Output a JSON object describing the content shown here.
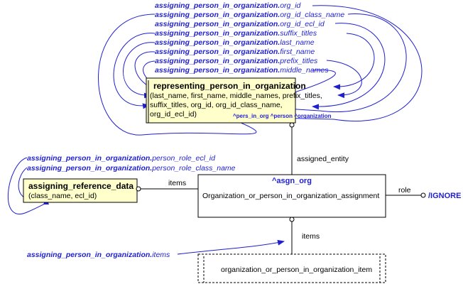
{
  "prefix": "assigning_person_in_organization.",
  "top_annotations": [
    "org_id",
    "org_id_class_name",
    "org_id_ecl_id",
    "suffix_titles",
    "last_name",
    "first_name",
    "prefix_titles",
    "middle_names"
  ],
  "left_annotations": [
    "person_role_ecl_id",
    "person_role_class_name"
  ],
  "items_annotation": "items",
  "rep_box": {
    "title": "representing_person_in_organization",
    "lines": [
      "(last_name, first_name, middle_names, prefix_titles,",
      "suffix_titles, org_id, org_id_class_name,",
      "org_id_ecl_id)"
    ],
    "tag": "^pers_in_org ^person ^organization"
  },
  "ref_box": {
    "title": "assigning_reference_data",
    "line": "(class_name, ecl_id)"
  },
  "assignment_box": {
    "tag": "^asgn_org",
    "name": "Organization_or_person_in_organization_assignment"
  },
  "item_box": {
    "name": "organization_or_person_in_organization_item"
  },
  "labels": {
    "assigned_entity": "assigned_entity",
    "items_left": "items",
    "items_bottom": "items",
    "role": "role",
    "ignore": "/IGNORE"
  },
  "colors": {
    "annotation_blue": "#1f1fd0",
    "box_fill": "#ffffcc"
  }
}
